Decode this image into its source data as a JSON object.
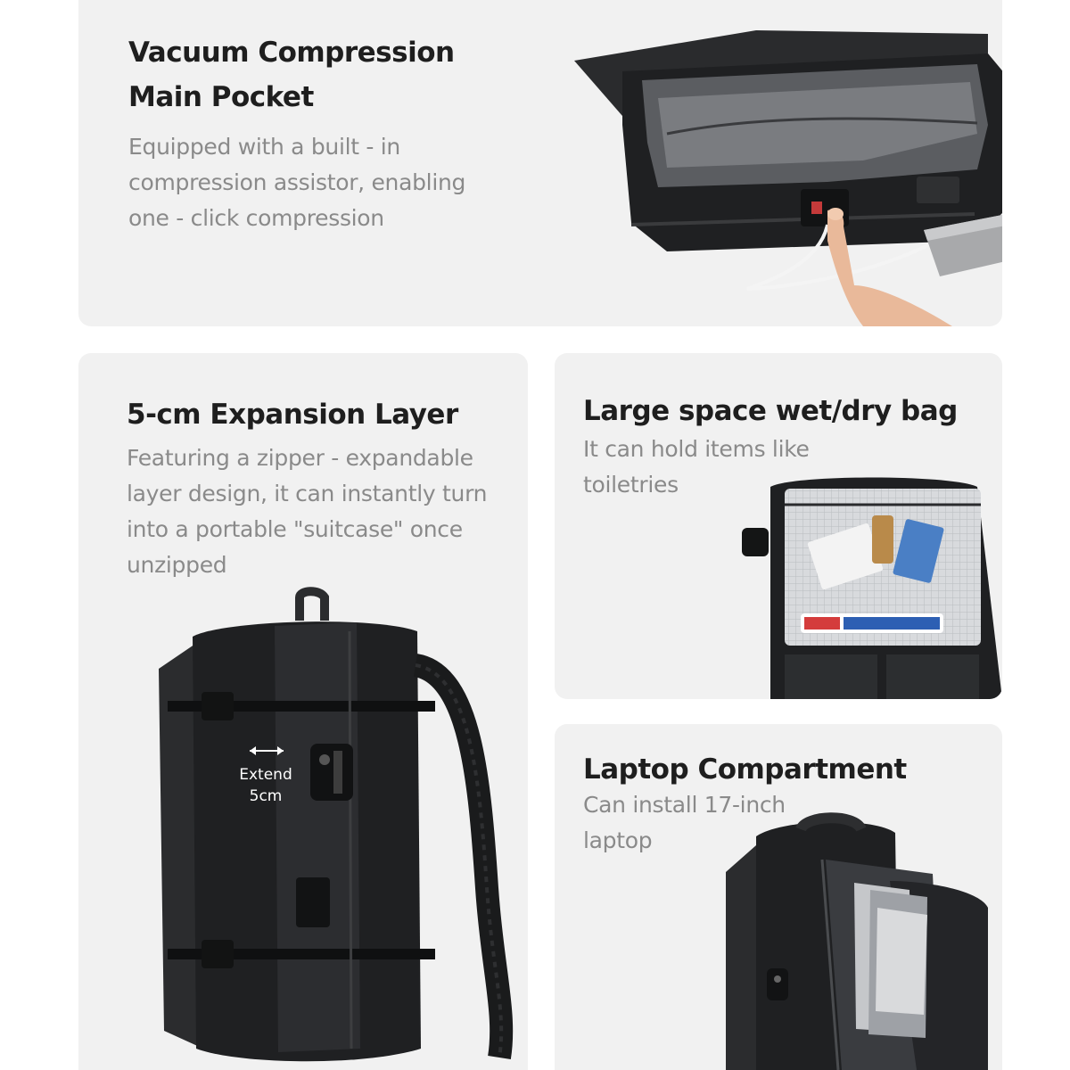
{
  "cards": {
    "vacuum": {
      "title_lines": [
        "Vacuum Compression",
        "Main Pocket"
      ],
      "desc_lines": [
        "Equipped with a built - in",
        "compression assistor, enabling",
        "one - click compression"
      ]
    },
    "expansion": {
      "title_lines": [
        "5-cm Expansion Layer"
      ],
      "desc_lines": [
        "Featuring a zipper - expandable",
        "layer design, it can instantly turn",
        "into a portable \"suitcase\" once",
        "unzipped"
      ],
      "extend_label_lines": [
        "Extend",
        "5cm"
      ]
    },
    "wetdry": {
      "title_lines": [
        "Large space wet/dry bag"
      ],
      "desc_lines": [
        "It can hold items like",
        "toiletries"
      ]
    },
    "laptop": {
      "title_lines": [
        "Laptop Compartment"
      ],
      "desc_lines": [
        "Can install 17-inch",
        "laptop"
      ]
    }
  },
  "colors": {
    "card_bg": "#f1f1f1",
    "title": "#1e1e1e",
    "desc": "#8a8a8a",
    "bag": "#1f2022"
  }
}
